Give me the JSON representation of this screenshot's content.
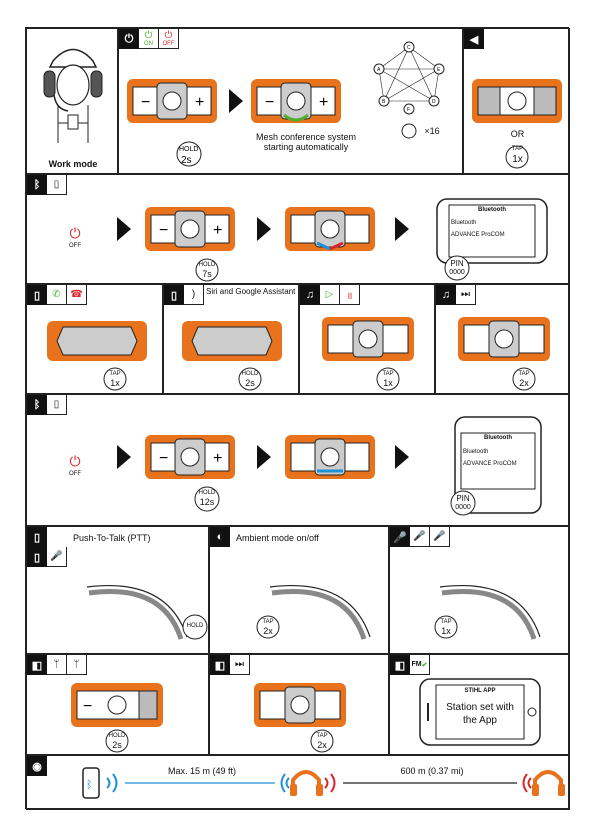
{
  "colors": {
    "orange": "#e8731c",
    "green": "#4caf32",
    "red": "#d9252a",
    "blue": "#1e90d6",
    "dark": "#222222",
    "grey": "#cfcfcf"
  },
  "labels": {
    "on": "ON",
    "off": "OFF",
    "work_mode": "Work mode",
    "hold": "HOLD",
    "tap": "TAP",
    "t2s": "2s",
    "t7s": "7s",
    "t12s": "12s",
    "x1": "1x",
    "x2": "2x",
    "or": "OR",
    "mesh": "Mesh conference system starting automatically",
    "x16": "×16",
    "siri": "Siri and Google Assistant",
    "bluetooth": "Bluetooth",
    "advance": "ADVANCE ProCOM",
    "pin": "PIN",
    "pin_code": "0000",
    "ptt": "Push-To-Talk (PTT)",
    "ambient": "Ambient mode on/off",
    "fm": "FM",
    "stihl_app": "STIHL APP",
    "station": "Station set with the App",
    "range1": "Max. 15 m (49 ft)",
    "range2": "600 m (0.37 mi)",
    "mesh_nodes": [
      "A",
      "B",
      "C",
      "D",
      "E",
      "F"
    ]
  }
}
